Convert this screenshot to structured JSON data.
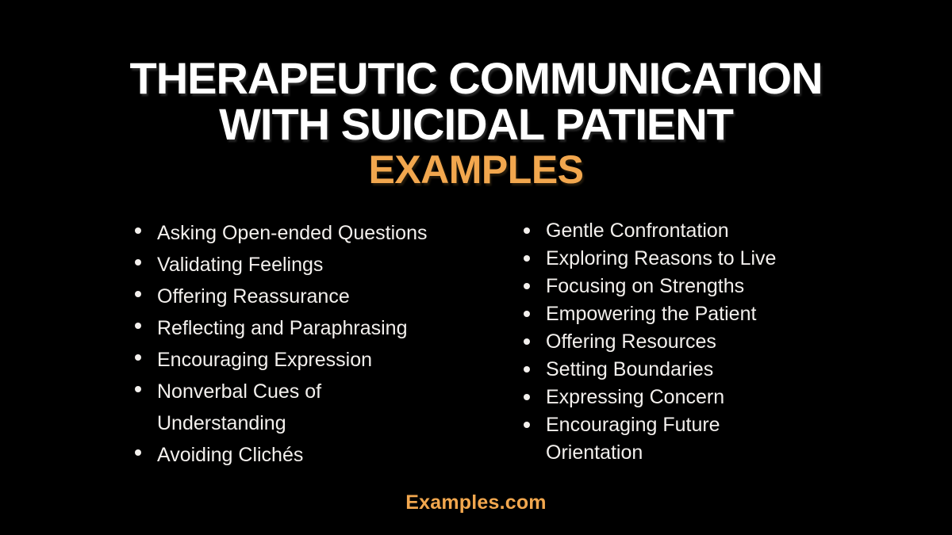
{
  "page": {
    "background_color": "#000000",
    "text_color": "#f3f0ed",
    "accent_color": "#f2a74e"
  },
  "title": {
    "line1": "THERAPEUTIC COMMUNICATION",
    "line2": "WITH SUICIDAL PATIENT",
    "highlight": "EXAMPLES"
  },
  "lists": {
    "left": {
      "items": [
        "Asking Open-ended Questions",
        "Validating Feelings",
        "Offering Reassurance",
        "Reflecting and Paraphrasing",
        "Encouraging Expression",
        [
          "Nonverbal Cues of",
          "Understanding"
        ],
        "Avoiding Clichés"
      ]
    },
    "right": {
      "items": [
        "Gentle Confrontation",
        "Exploring Reasons to Live",
        "Focusing on Strengths",
        "Empowering the Patient",
        "Offering Resources",
        "Setting Boundaries",
        "Expressing Concern",
        [
          "Encouraging Future",
          "Orientation"
        ]
      ]
    }
  },
  "footer": {
    "brand": "Examples.com"
  }
}
